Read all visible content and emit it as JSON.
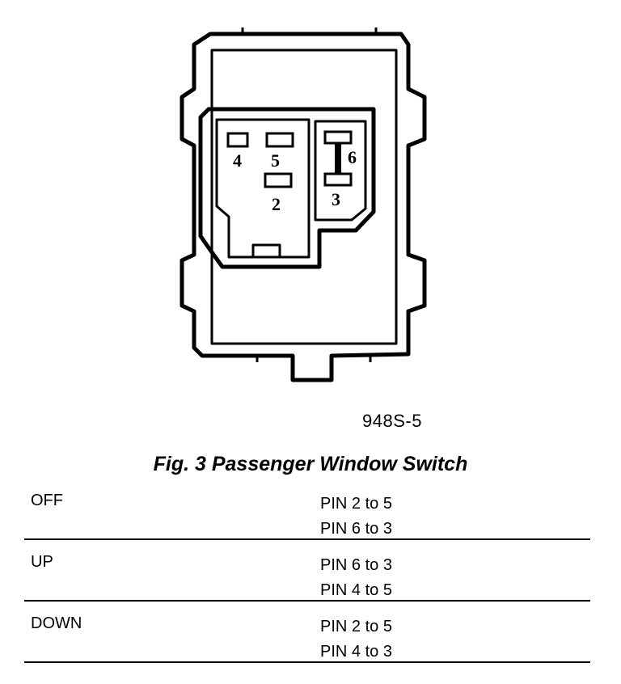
{
  "diagram": {
    "pin_labels": {
      "p4": "4",
      "p5": "5",
      "p6": "6",
      "p2": "2",
      "p3": "3"
    }
  },
  "part_number": "948S-5",
  "caption": "Fig. 3 Passenger Window Switch",
  "table": {
    "rows": [
      {
        "state": "OFF",
        "connections": [
          "PIN 2 to 5",
          "PIN 6 to 3"
        ]
      },
      {
        "state": "UP",
        "connections": [
          "PIN 6 to 3",
          "PIN 4 to 5"
        ]
      },
      {
        "state": "DOWN",
        "connections": [
          "PIN 2 to 5",
          "PIN 4 to 3"
        ]
      }
    ]
  }
}
